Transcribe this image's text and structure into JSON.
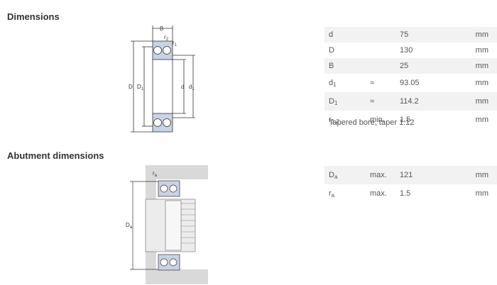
{
  "sections": {
    "dimensions_title": "Dimensions",
    "abutment_title": "Abutment dimensions"
  },
  "dimensions": [
    {
      "sym": "d",
      "sub": "",
      "qual": "",
      "value": "75",
      "unit": "mm"
    },
    {
      "sym": "D",
      "sub": "",
      "qual": "",
      "value": "130",
      "unit": "mm"
    },
    {
      "sym": "B",
      "sub": "",
      "qual": "",
      "value": "25",
      "unit": "mm"
    },
    {
      "sym": "d",
      "sub": "1",
      "qual": "≈",
      "value": "93.05",
      "unit": "mm"
    },
    {
      "sym": "D",
      "sub": "1",
      "qual": "≈",
      "value": "114.2",
      "unit": "mm"
    },
    {
      "sym": "r",
      "sub": "1,2",
      "qual": "min.",
      "value": "1.5",
      "unit": "mm"
    }
  ],
  "note": "Tapered bore, taper 1:12",
  "abutment": [
    {
      "sym": "D",
      "sub": "a",
      "qual": "max.",
      "value": "121",
      "unit": "mm"
    },
    {
      "sym": "r",
      "sub": "a",
      "qual": "max.",
      "value": "1.5",
      "unit": "mm"
    }
  ],
  "drawing_labels": {
    "B": "B",
    "r2": "r",
    "r2_sub": "2",
    "r1": "r",
    "r1_sub": "1",
    "D": "D",
    "D1": "D",
    "D1_sub": "1",
    "d": "d",
    "d1": "d",
    "d1_sub": "1",
    "ra": "r",
    "ra_sub": "a",
    "Da": "D",
    "Da_sub": "a"
  },
  "colors": {
    "bearing_fill": "#c9d3e6",
    "line": "#333333",
    "housing_fill": "#d9d9d9",
    "row_alt": "#f2f2f2"
  }
}
